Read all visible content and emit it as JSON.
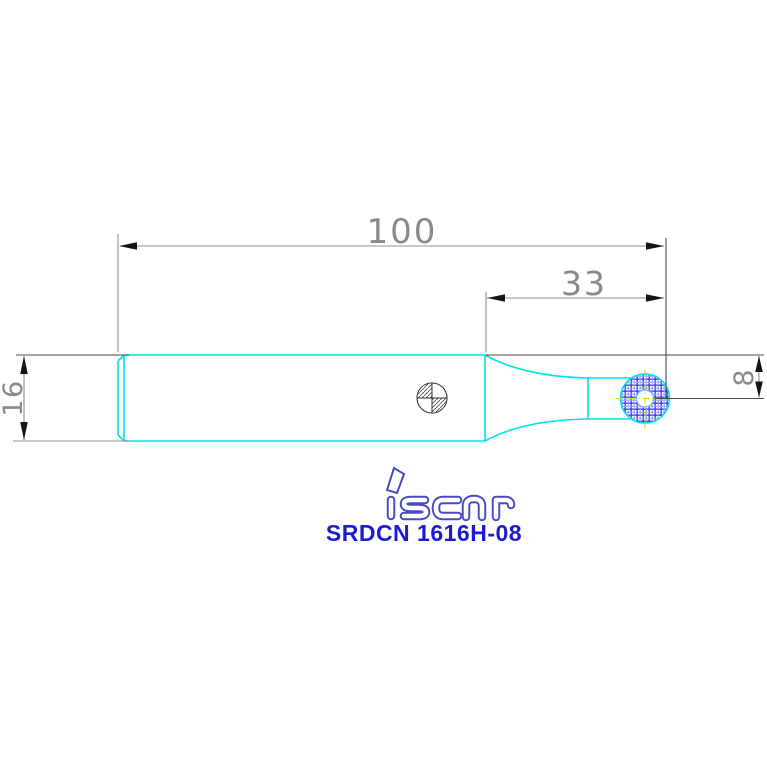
{
  "page": {
    "background_color": "#ffffff",
    "type": "technical-drawing"
  },
  "drawing": {
    "brand_logo_text": "iscar",
    "part_number": "SRDCN 1616H-08",
    "dimensions": {
      "overall_length": "100",
      "head_length": "33",
      "shank_height": "16",
      "tip_height": "8"
    },
    "symbols": {
      "center_of_gravity_mark": "circle with hatched opposite quadrants",
      "insert_fill": "blue cross-hatch",
      "insert_centerline": "yellow dash-dot cross"
    },
    "colors": {
      "tool_outline_cyan": "#00e1ea",
      "dimension_line_gray": "#909090",
      "extension_line_dark": "#4a4a4a",
      "dimension_text_gray": "#8a8a8a",
      "arrow_black": "#151515",
      "logo_blue": "#4a4ac4",
      "part_number_blue": "#1b1bd1",
      "insert_hatch_blue": "#4040e8",
      "centerline_yellow": "#d8d800"
    }
  }
}
